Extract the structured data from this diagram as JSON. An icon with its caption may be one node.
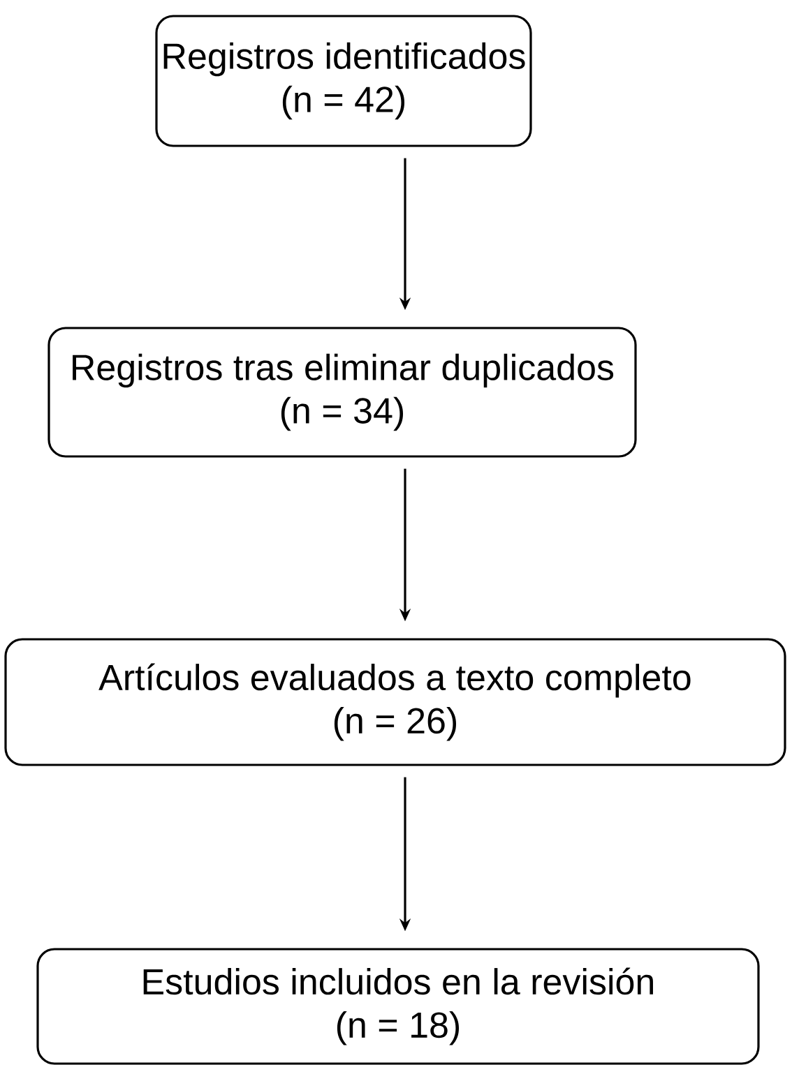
{
  "diagram": {
    "nodes": [
      {
        "text": [
          "Registros identificados",
          "(n = 42)"
        ]
      },
      {
        "text": [
          "Registros tras eliminar duplicados",
          "(n = 34)"
        ]
      },
      {
        "text": [
          "Artículos evaluados a texto completo",
          "(n = 26)"
        ]
      },
      {
        "text": [
          "Estudios incluidos en la revisión",
          "(n = 18)"
        ]
      }
    ],
    "edges": [
      {
        "from": 0,
        "to": 1,
        "arrow": "to"
      },
      {
        "from": 1,
        "to": 2,
        "arrow": "to"
      },
      {
        "from": 2,
        "to": 3,
        "arrow": "to"
      }
    ]
  }
}
